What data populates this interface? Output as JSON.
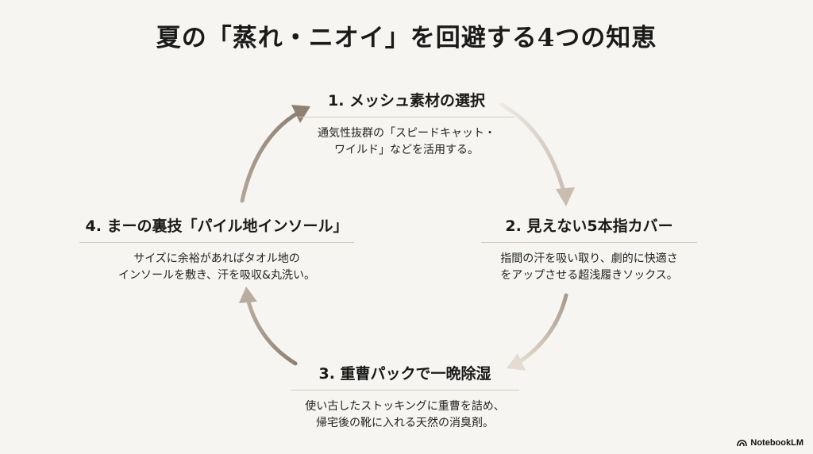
{
  "title": "夏の「蒸れ・ニオイ」を回避する4つの知恵",
  "steps": [
    {
      "heading": "1. メッシュ素材の選択",
      "lines": [
        "通気性抜群の「スピードキャット・",
        "ワイルド」などを活用する。"
      ]
    },
    {
      "heading": "2. 見えない5本指カバー",
      "lines": [
        "指間の汗を吸い取り、劇的に快適さ",
        "をアップさせる超浅履きソックス。"
      ]
    },
    {
      "heading": "3. 重曹パックで一晩除湿",
      "lines": [
        "使い古したストッキングに重曹を詰め、",
        "帰宅後の靴に入れる天然の消臭剤。"
      ]
    },
    {
      "heading": "4. まーの裏技「パイル地インソール」",
      "lines": [
        "サイズに余裕があればタオル地の",
        "インソールを敷き、汗を吸収&丸洗い。"
      ]
    }
  ],
  "logo": {
    "text": "NotebookLM",
    "icon": "notebooklm-logo-icon"
  },
  "colors": {
    "background": "#f6f5f1",
    "arrow_dark": "#948678",
    "arrow_light": "#d7cdc1",
    "divider": "#d5ccc1"
  }
}
